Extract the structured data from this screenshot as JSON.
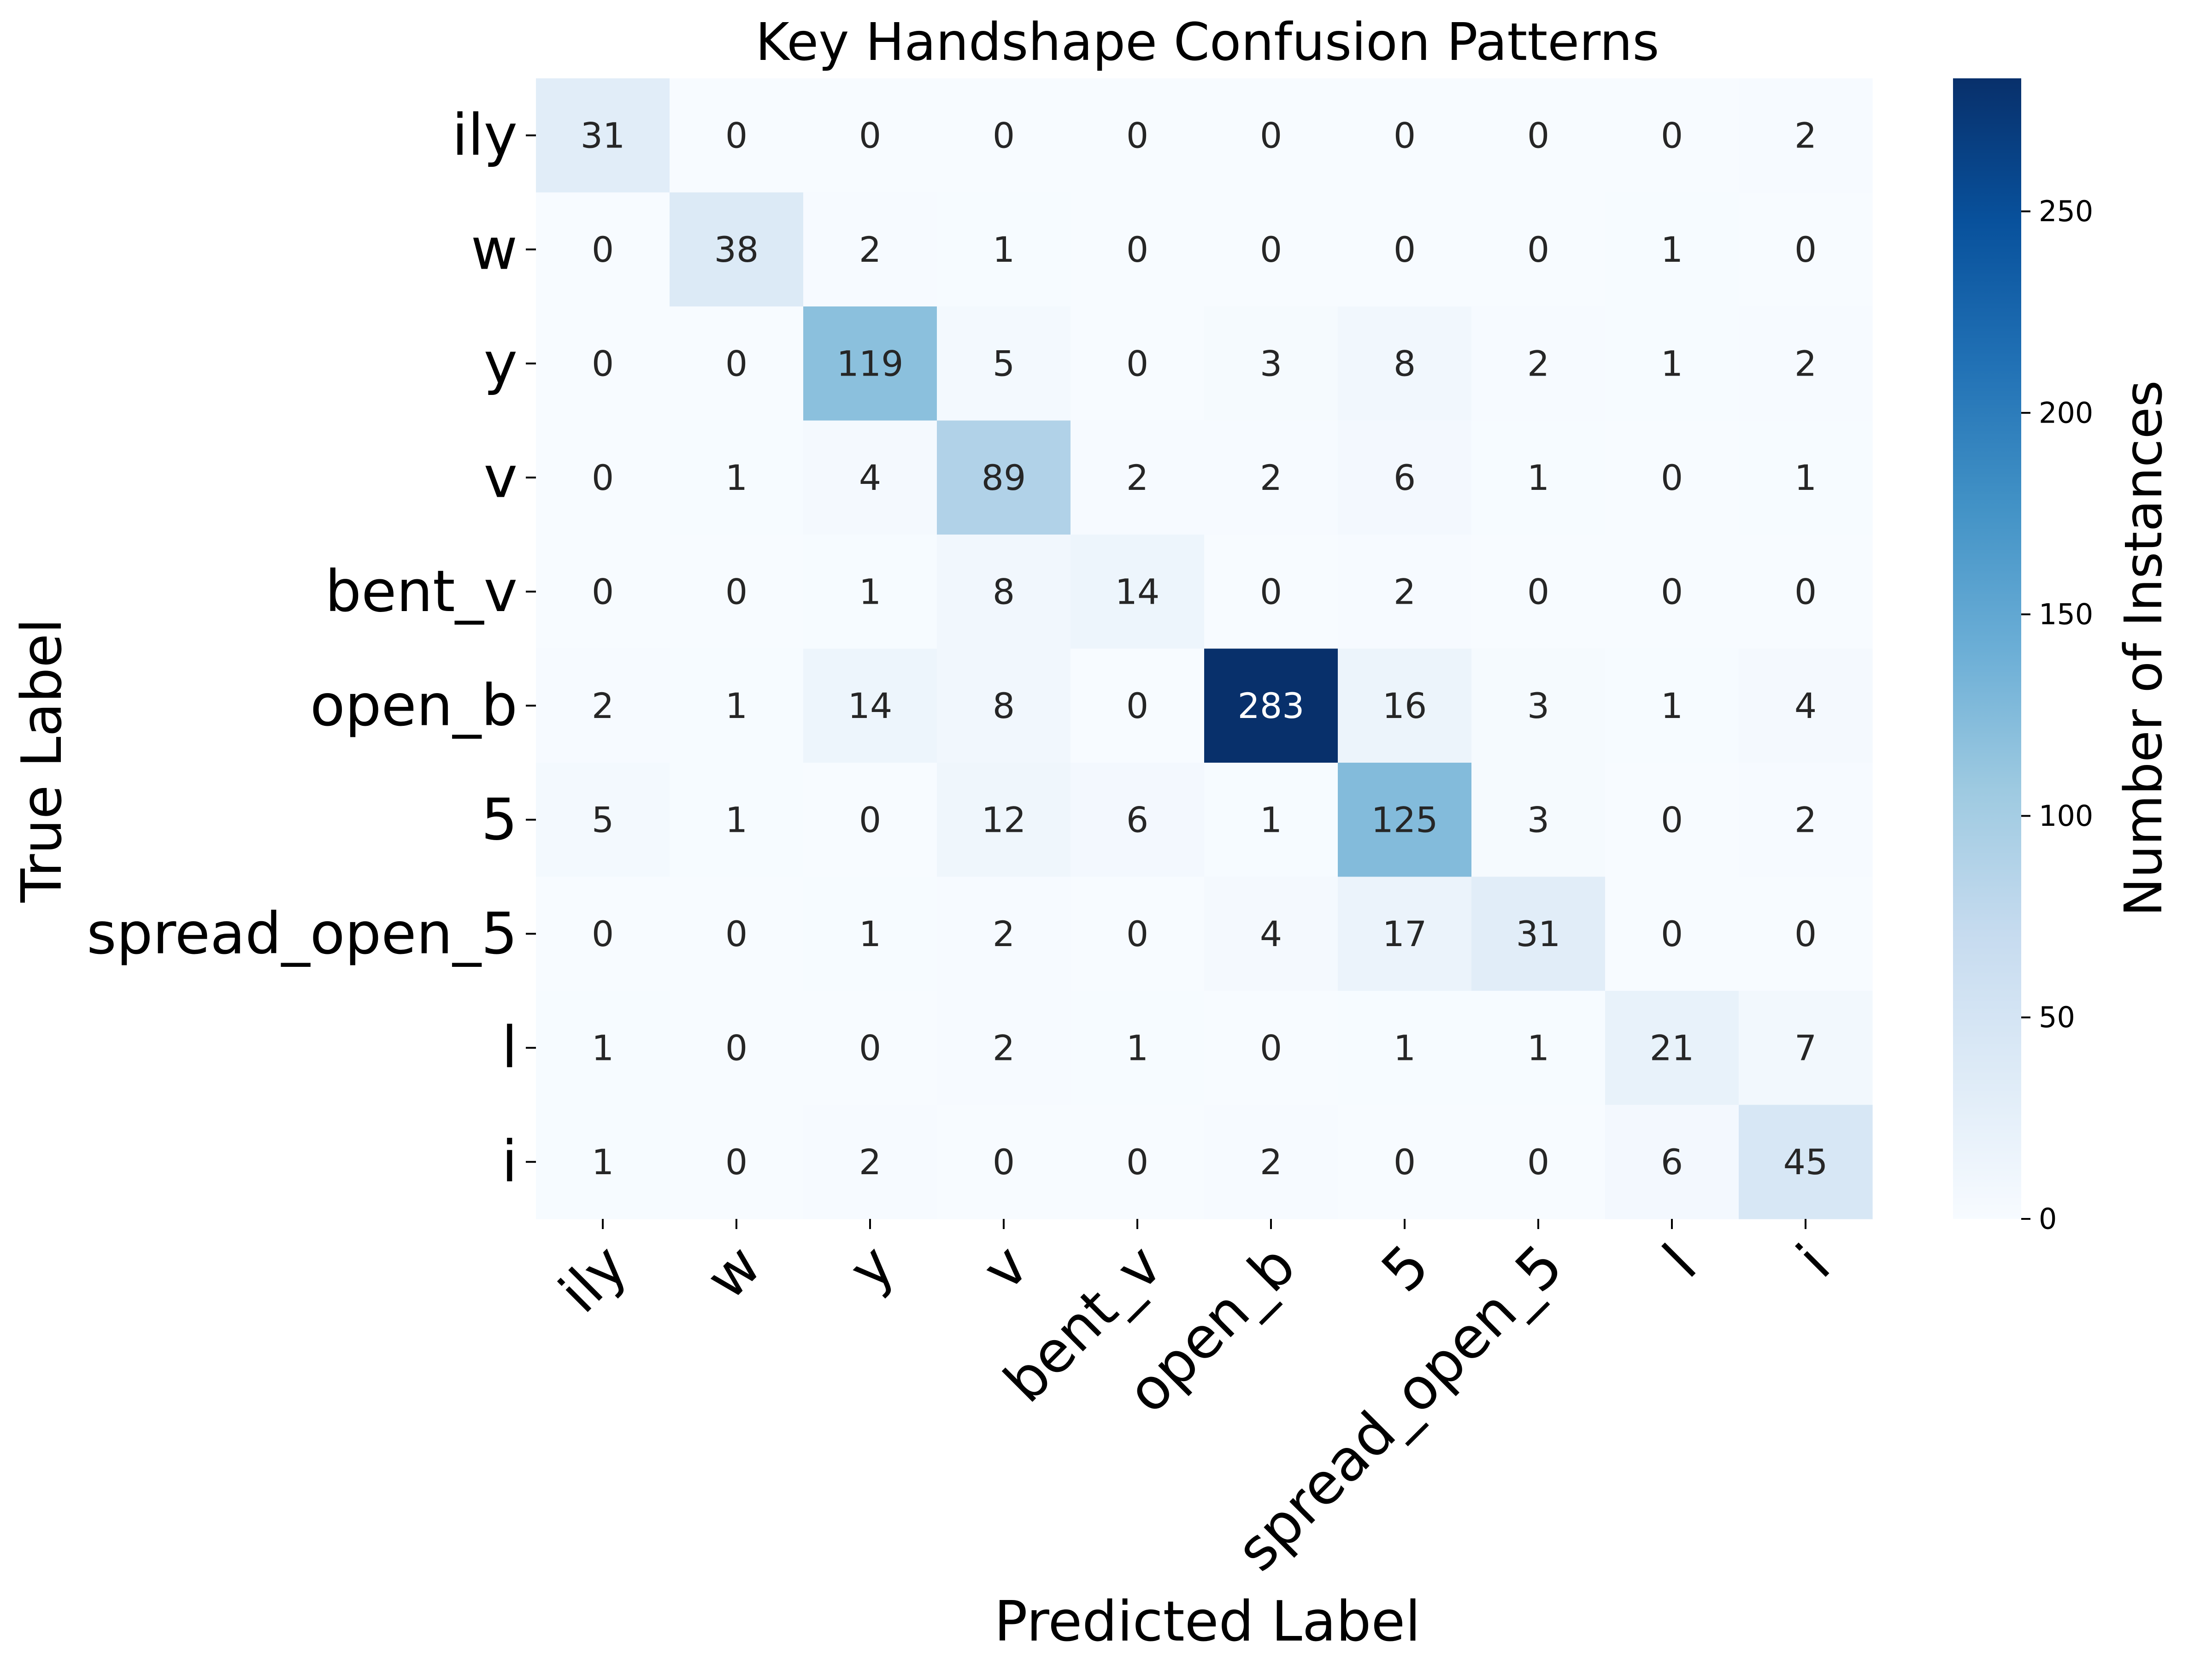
{
  "chart_data": {
    "type": "heatmap",
    "title": "Key Handshape Confusion Patterns",
    "xlabel": "Predicted Label",
    "ylabel": "True Label",
    "x_categories": [
      "ily",
      "w",
      "y",
      "v",
      "bent_v",
      "open_b",
      "5",
      "spread_open_5",
      "l",
      "i"
    ],
    "y_categories": [
      "ily",
      "w",
      "y",
      "v",
      "bent_v",
      "open_b",
      "5",
      "spread_open_5",
      "l",
      "i"
    ],
    "values": [
      [
        31,
        0,
        0,
        0,
        0,
        0,
        0,
        0,
        0,
        2
      ],
      [
        0,
        38,
        2,
        1,
        0,
        0,
        0,
        0,
        1,
        0
      ],
      [
        0,
        0,
        119,
        5,
        0,
        3,
        8,
        2,
        1,
        2
      ],
      [
        0,
        1,
        4,
        89,
        2,
        2,
        6,
        1,
        0,
        1
      ],
      [
        0,
        0,
        1,
        8,
        14,
        0,
        2,
        0,
        0,
        0
      ],
      [
        2,
        1,
        14,
        8,
        0,
        283,
        16,
        3,
        1,
        4
      ],
      [
        5,
        1,
        0,
        12,
        6,
        1,
        125,
        3,
        0,
        2
      ],
      [
        0,
        0,
        1,
        2,
        0,
        4,
        17,
        31,
        0,
        0
      ],
      [
        1,
        0,
        0,
        2,
        1,
        0,
        1,
        1,
        21,
        7
      ],
      [
        1,
        0,
        2,
        0,
        0,
        2,
        0,
        0,
        6,
        45
      ]
    ],
    "colorbar": {
      "label": "Number of Instances",
      "range": [
        0,
        283
      ],
      "ticks": [
        0,
        50,
        100,
        150,
        200,
        250
      ],
      "colormap": "Blues"
    },
    "grid": false
  }
}
